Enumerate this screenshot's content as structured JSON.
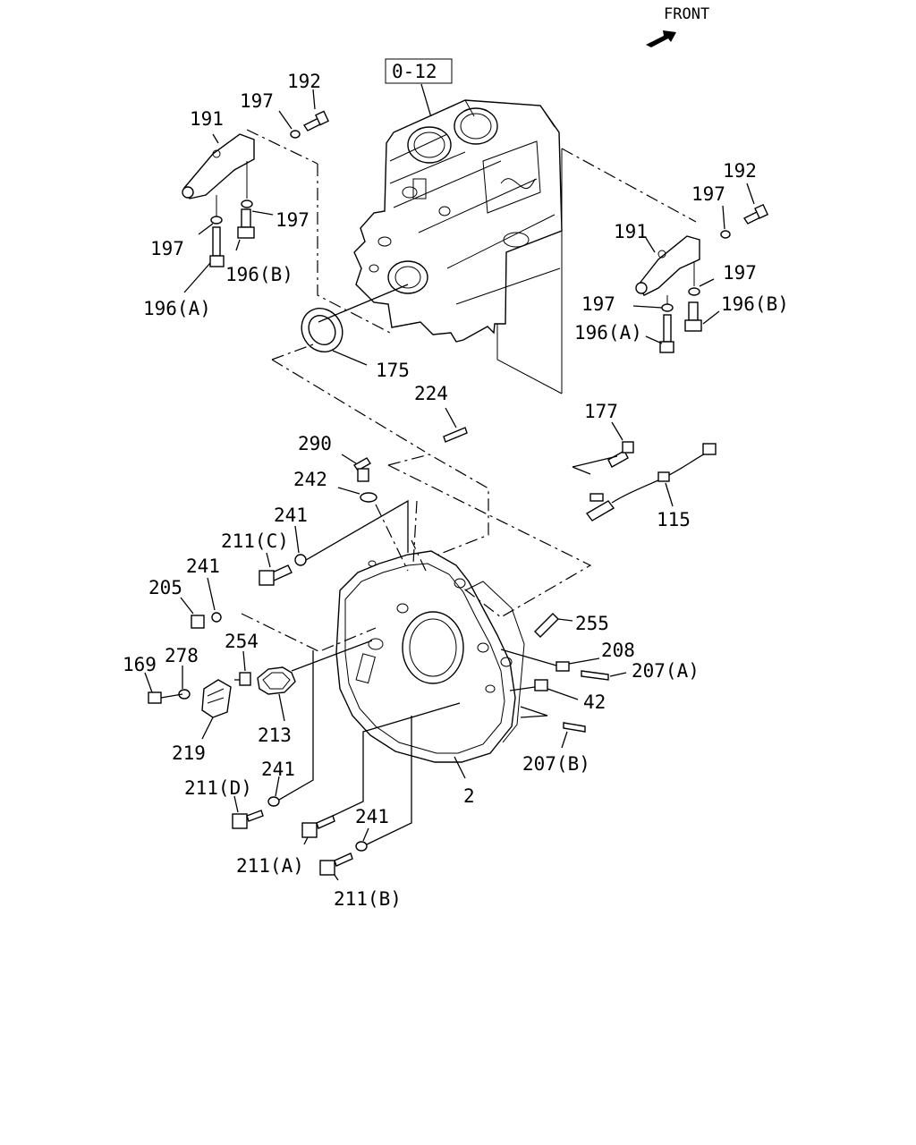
{
  "header": {
    "front_label": "FRONT",
    "ref_box": "0-12"
  },
  "callouts": {
    "c192_left": "192",
    "c197_left_top": "197",
    "c191_left": "191",
    "c197_left_mid": "197",
    "c197_left_low": "197",
    "c196b_left": "196(B)",
    "c196a_left": "196(A)",
    "c192_right": "192",
    "c197_right_top": "197",
    "c191_right": "191",
    "c197_right_mid": "197",
    "c197_right_low": "197",
    "c196b_right": "196(B)",
    "c196a_right": "196(A)",
    "c175": "175",
    "c224": "224",
    "c177": "177",
    "c290": "290",
    "c242": "242",
    "c115": "115",
    "c241_a": "241",
    "c211c": "211(C)",
    "c241_b": "241",
    "c205": "205",
    "c255": "255",
    "c254": "254",
    "c169": "169",
    "c278": "278",
    "c208": "208",
    "c207a": "207(A)",
    "c42": "42",
    "c213": "213",
    "c219": "219",
    "c207b": "207(B)",
    "c241_c": "241",
    "c211d": "211(D)",
    "c2": "2",
    "c241_d": "241",
    "c211a": "211(A)",
    "c211b": "211(B)"
  }
}
